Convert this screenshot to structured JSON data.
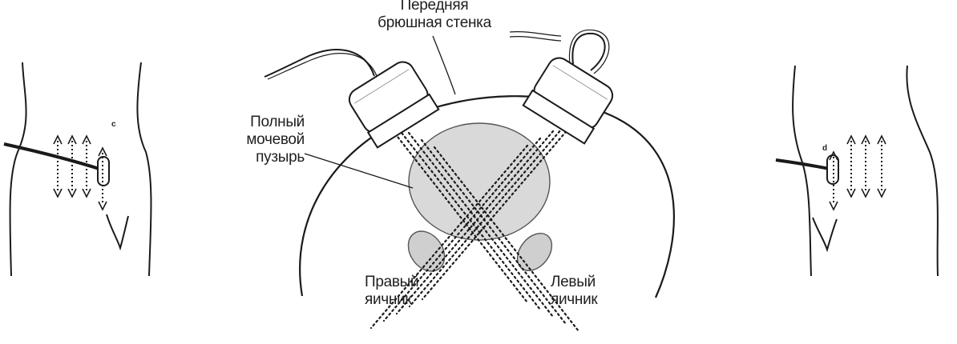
{
  "labels": {
    "abdominal_wall": [
      "Передняя",
      "брюшная стенка"
    ],
    "bladder": [
      "Полный",
      "мочевой",
      "пузырь"
    ],
    "right_ovary": [
      "Правый",
      "яичник"
    ],
    "left_ovary": [
      "Левый",
      "яичник"
    ]
  },
  "marks": {
    "left_figure": "c",
    "right_figure": "d"
  },
  "colors": {
    "line": "#1a1a1a",
    "bladder_fill": "#d9d9d9",
    "ovary_fill": "#cfcfcf",
    "probe_fill": "#ffffff"
  }
}
